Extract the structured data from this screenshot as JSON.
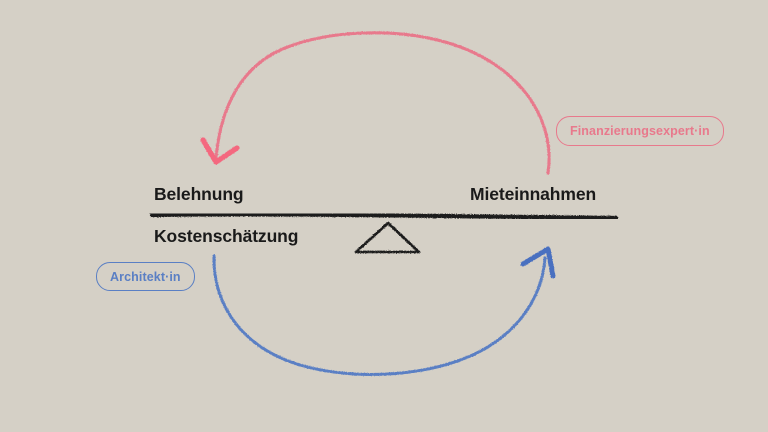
{
  "diagram": {
    "type": "balance-scale-cycle",
    "background_color": "#d5d0c6",
    "style": "hand-drawn sketch",
    "beam": {
      "left_top_label": "Belehnung",
      "left_bottom_label": "Kostenschätzung",
      "right_top_label": "Mieteinnahmen",
      "ink_color": "#1a1a1a",
      "fulcrum_shape": "triangle"
    },
    "roles": [
      {
        "id": "finance",
        "label": "Finanzierungsexpert·in",
        "color": "#e8798c",
        "position": "right"
      },
      {
        "id": "architect",
        "label": "Architekt·in",
        "color": "#5a7fc4",
        "position": "left"
      }
    ],
    "arrows": [
      {
        "id": "top-arc",
        "color": "#e8798c",
        "direction": "right-to-left",
        "points_to": "Belehnung",
        "from_role": "Finanzierungsexpert·in"
      },
      {
        "id": "bottom-arc",
        "color": "#5a7fc4",
        "direction": "left-to-right",
        "points_to": "Mieteinnahmen",
        "from_role": "Architekt·in"
      }
    ]
  }
}
